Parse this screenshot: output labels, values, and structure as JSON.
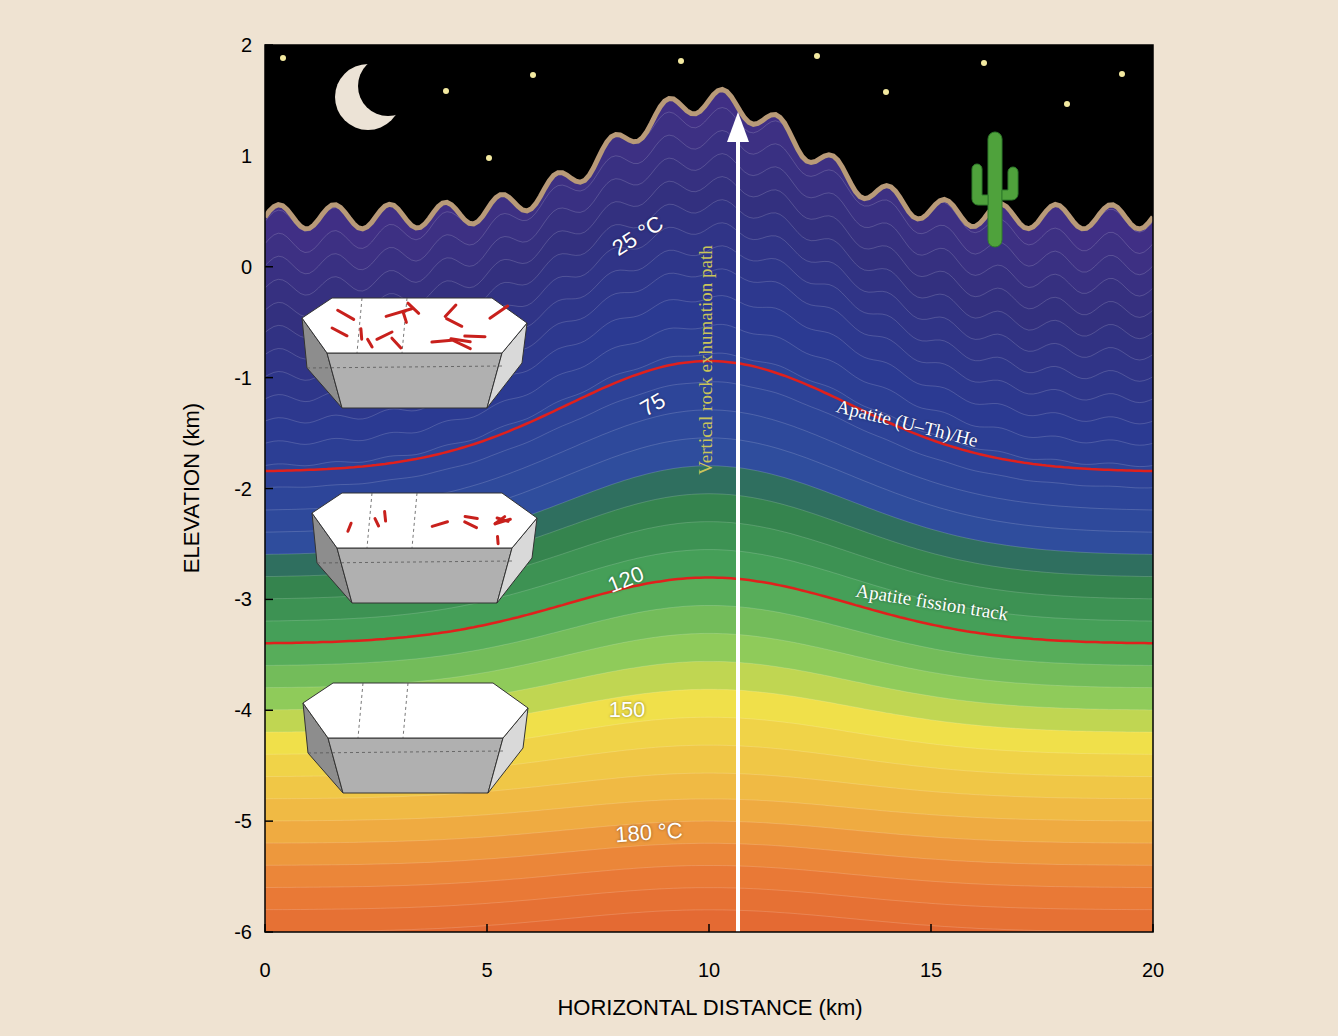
{
  "diagram": {
    "labels": [
      "2",
      "1",
      "0",
      "-1",
      "-2",
      "-3",
      "-4",
      "-5",
      "-6",
      "0",
      "5",
      "10",
      "15",
      "20",
      "ELEVATION (km)",
      "HORIZONTAL DISTANCE (km)",
      "25 °C",
      "75",
      "120",
      "150",
      "180 °C",
      "Vertical rock exhumation path",
      "Apatite (U–Th)/He",
      "Apatite fission track"
    ]
  }
}
